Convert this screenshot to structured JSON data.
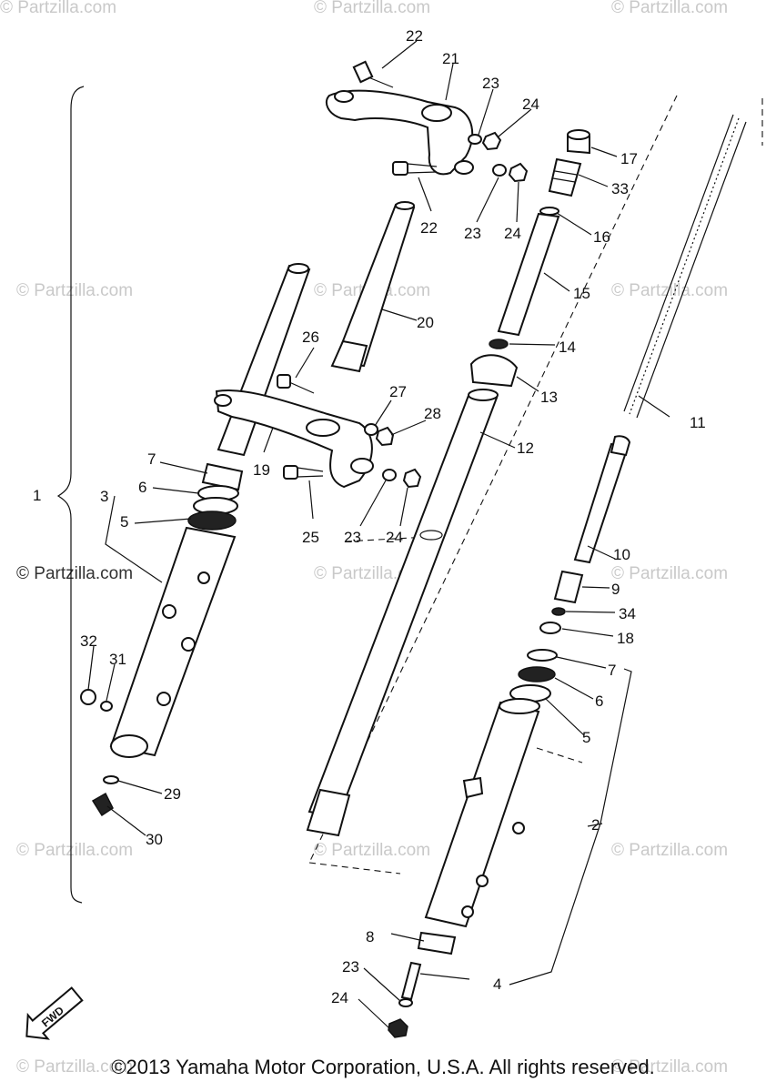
{
  "watermarks": [
    "© Partzilla.com",
    "© Partzilla.com",
    "© Partzilla.com",
    "© Partzilla.com",
    "© Partzilla.com",
    "© Partzilla.com",
    "© Partzilla.com",
    "© Partzilla.com",
    "© Partzilla.com",
    "© Partzilla.com",
    "© Partzilla.com",
    "© Partzilla.com",
    "© Partzilla.com",
    "© Partzilla.com"
  ],
  "callouts": [
    "1",
    "2",
    "3",
    "4",
    "5",
    "6",
    "7",
    "8",
    "9",
    "10",
    "11",
    "12",
    "13",
    "14",
    "15",
    "16",
    "17",
    "18",
    "19",
    "20",
    "21",
    "22",
    "22",
    "23",
    "23",
    "23",
    "23",
    "24",
    "24",
    "24",
    "24",
    "25",
    "26",
    "27",
    "28",
    "29",
    "30",
    "31",
    "32",
    "33",
    "34",
    "5",
    "6",
    "7"
  ],
  "fwd_badge": "FWD",
  "copyright": "©2013  Yamaha Motor Corporation, U.S.A. All rights reserved.",
  "colors": {
    "ink": "#111111",
    "watermark": "#c9c9c9",
    "background": "#ffffff"
  }
}
